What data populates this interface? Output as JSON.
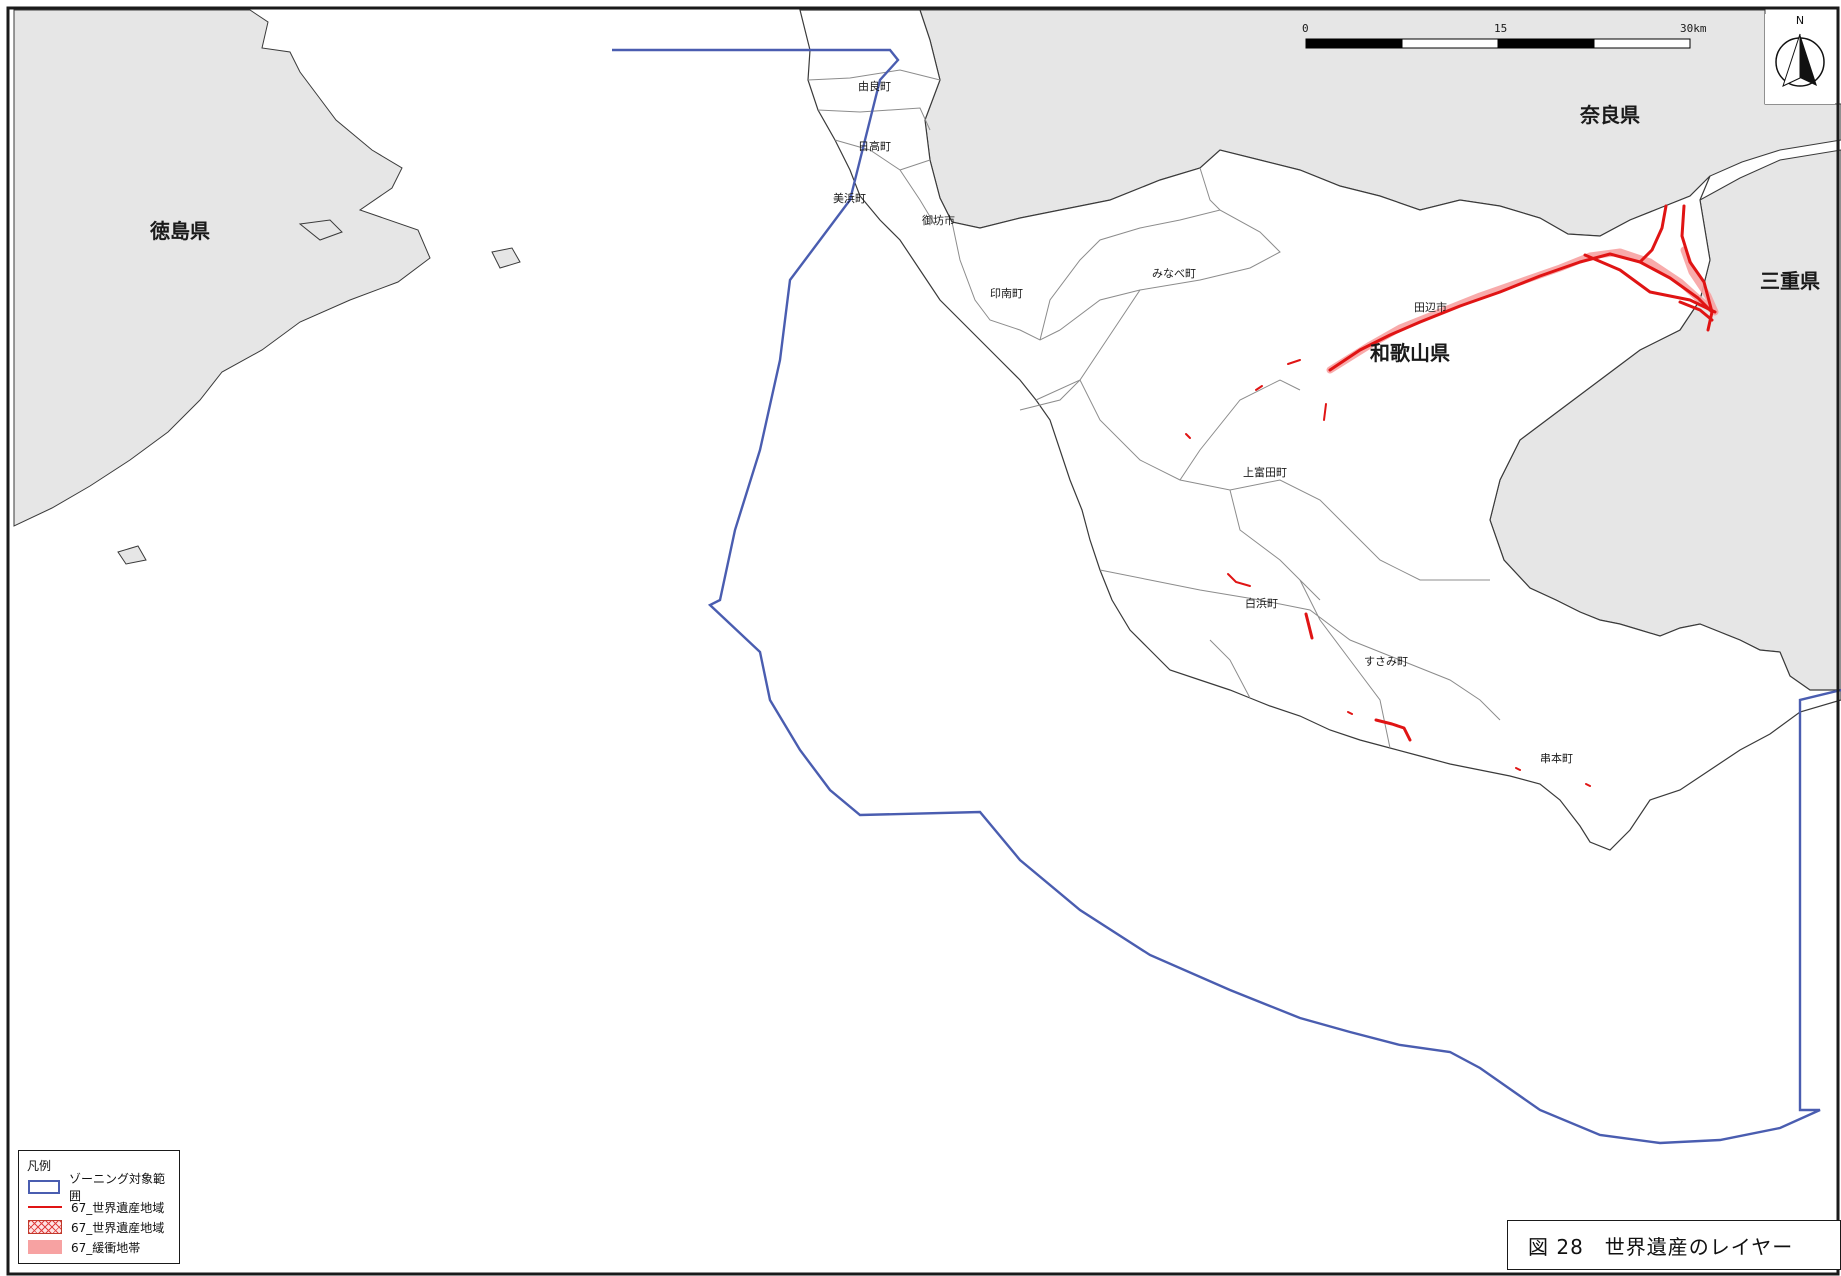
{
  "map": {
    "prefectures": {
      "tokushima": "徳島県",
      "nara": "奈良県",
      "wakayama": "和歌山県",
      "mie": "三重県"
    },
    "municipalities": {
      "yura": "由良町",
      "hidaka": "日高町",
      "mihama": "美浜町",
      "gobo": "御坊市",
      "inami": "印南町",
      "minabe": "みなべ町",
      "tanabe": "田辺市",
      "kamitonda": "上富田町",
      "shirahama": "白浜町",
      "susami": "すさみ町",
      "kushimoto": "串本町"
    },
    "scale_bar": {
      "label_0": "0",
      "label_mid": "15",
      "label_max": "30km"
    },
    "north_arrow": {
      "label": "N",
      "icon": "north-arrow-icon"
    },
    "colors": {
      "zoning_outline": "#4a5db0",
      "world_heritage_line": "#e01414",
      "buffer_zone": "#f7a2a2",
      "other_prefecture_fill": "#e6e6e6"
    }
  },
  "legend": {
    "title": "凡例",
    "items": [
      {
        "label": "ゾーニング対象範囲",
        "symbol": "outline-box"
      },
      {
        "label": "67_世界遺産地域",
        "symbol": "red-line"
      },
      {
        "label": "67_世界遺産地域",
        "symbol": "hatched-box"
      },
      {
        "label": "67_緩衝地帯",
        "symbol": "pink-fill"
      }
    ]
  },
  "caption": {
    "text": "図 28　世界遺産のレイヤー"
  }
}
